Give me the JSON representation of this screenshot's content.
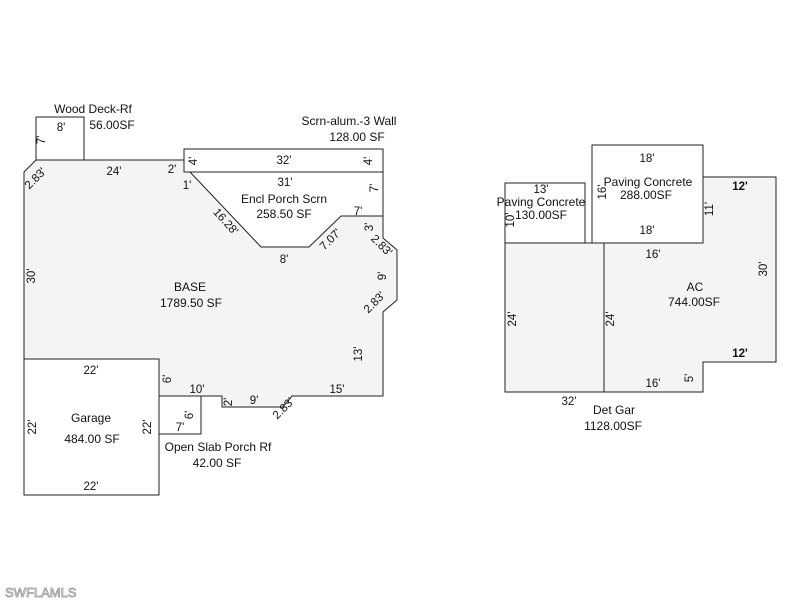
{
  "areas": {
    "wood_deck": {
      "name": "Wood Deck-Rf",
      "sf": "56.00SF"
    },
    "screen_wall": {
      "name": "Scrn-alum.-3 Wall",
      "sf": "128.00 SF"
    },
    "encl_porch": {
      "name": "Encl Porch Scrn",
      "sf": "258.50 SF"
    },
    "base": {
      "name": "BASE",
      "sf": "1789.50 SF"
    },
    "garage": {
      "name": "Garage",
      "sf": "484.00 SF"
    },
    "open_slab": {
      "name": "Open Slab Porch Rf",
      "sf": "42.00 SF"
    },
    "paving_small": {
      "name": "Paving Concrete",
      "sf": "130.00SF"
    },
    "paving_large": {
      "name": "Paving Concrete",
      "sf": "288.00SF"
    },
    "ac": {
      "name": "AC",
      "sf": "744.00SF"
    },
    "det_gar": {
      "name": "Det Gar",
      "sf": "1128.00SF"
    }
  },
  "dims": {
    "deck_top": "8'",
    "deck_side": "7'",
    "base_24": "24'",
    "base_2": "2'",
    "base_diag_left": "2.83'",
    "base_30": "30'",
    "scr_32": "32'",
    "scr_4l": "4'",
    "scr_4r": "4'",
    "encl_31": "31'",
    "encl_1": "1'",
    "encl_16_28": "16.28'",
    "encl_8": "8'",
    "encl_7_07": "7.07'",
    "encl_7_top": "7'",
    "encl_3": "3'",
    "encl_7_side": "7'",
    "base_r_283a": "2.83'",
    "base_r_9": "9'",
    "base_r_283b": "2.83'",
    "base_r_13": "13'",
    "base_b_15": "15'",
    "base_b_283": "2.83'",
    "base_b_9": "9'",
    "base_b_2": "2'",
    "base_b_10": "10'",
    "gar_22_top": "22'",
    "gar_22_left": "22'",
    "gar_22_right": "22'",
    "gar_22_bot": "22'",
    "gar_6": "6'",
    "slab_6": "6'",
    "slab_7": "7'",
    "pav_s_13": "13'",
    "pav_s_10": "10'",
    "pav_l_18_top": "18'",
    "pav_l_18_bot": "18'",
    "pav_l_16": "16'",
    "ac_12_top": "12'",
    "ac_11": "11'",
    "ac_30": "30'",
    "ac_12_bot": "12'",
    "ac_5": "5'",
    "ac_16_top": "16'",
    "ac_16_bot": "16'",
    "ac_24": "24'",
    "det_24": "24'",
    "det_32": "32'"
  },
  "watermark": "SWFLAMLS"
}
